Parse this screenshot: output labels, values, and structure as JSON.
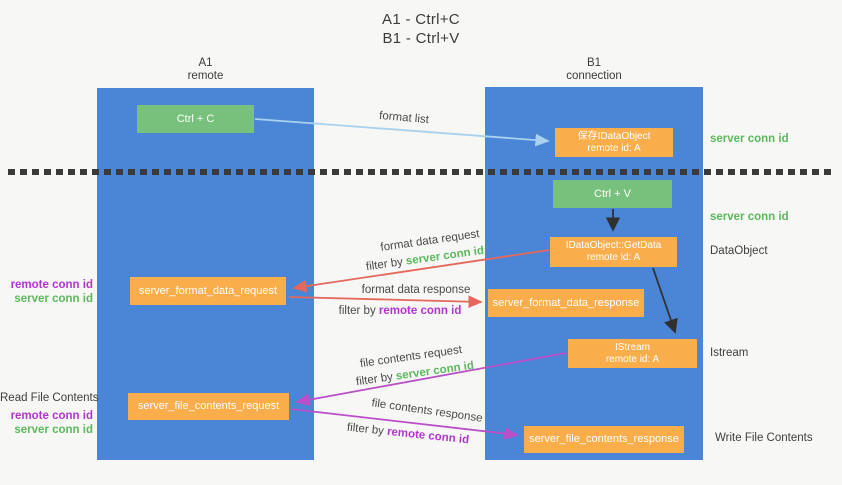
{
  "title": {
    "line1": "A1 - Ctrl+C",
    "line2": "B1 - Ctrl+V"
  },
  "columns": {
    "left": {
      "name": "A1",
      "role": "remote"
    },
    "right": {
      "name": "B1",
      "role": "connection"
    }
  },
  "nodes": {
    "ctrl_c": "Ctrl + C",
    "save_dataobject": {
      "line1": "保存IDataObject",
      "line2": "remote id: A"
    },
    "ctrl_v": "Ctrl + V",
    "getdata": {
      "line1": "IDataObject::GetData",
      "line2": "remote id: A"
    },
    "format_request": "server_format_data_request",
    "format_response": "server_format_data_response",
    "istream": {
      "line1": "IStream",
      "line2": "remote id: A"
    },
    "file_request": "server_file_contents_request",
    "file_response": "server_file_contents_response"
  },
  "edge_labels": {
    "format_list": "format list",
    "format_data_request": "format data request",
    "format_data_response": "format data response",
    "file_contents_request": "file contents request",
    "file_contents_response": "file contents response",
    "filter_by": "filter by",
    "server_conn_id": "server conn id",
    "remote_conn_id": "remote conn id"
  },
  "side_labels": {
    "server_conn_id_top": "server conn id",
    "server_conn_id_mid": "server conn id",
    "dataobject": "DataObject",
    "istream": "Istream",
    "write_file_contents": "Write File Contents",
    "read_file_contents": "Read File Contents",
    "remote_conn_id_format": "remote conn id",
    "server_conn_id_format": "server conn id",
    "remote_conn_id_file": "remote conn id",
    "server_conn_id_file": "server conn id"
  },
  "colors": {
    "lane_blue": "#4a85d6",
    "box_green": "#77c17c",
    "box_orange": "#f9ae4b",
    "arrow_light_blue": "#a9d2ee",
    "arrow_red": "#e5685c",
    "arrow_purple": "#ba4fc8",
    "arrow_black": "#303030",
    "text_green": "#5cb85c",
    "text_purple": "#b136d0",
    "background": "#f7f7f6"
  }
}
